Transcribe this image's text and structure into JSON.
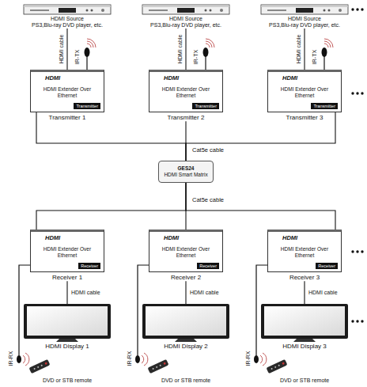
{
  "diagram": {
    "nodes": [
      {
        "text": [
          "HDMI Source",
          "PS3,Blu-ray DVD player, etc."
        ]
      },
      {
        "text": [
          "HDMI Source",
          "PS3,Blu-ray DVD player, etc."
        ]
      },
      {
        "text": [
          "HDMI Source",
          "PS3,Blu-ray DVD player, etc."
        ]
      },
      {
        "text": [
          "HDMI",
          "HDMI Extender Over Ethernet",
          "Transmitter",
          "Transmitter 1"
        ]
      },
      {
        "text": [
          "HDMI",
          "HDMI Extender Over Ethernet",
          "Transmitter",
          "Transmitter 2"
        ]
      },
      {
        "text": [
          "HDMI",
          "HDMI Extender Over Ethernet",
          "Transmitter",
          "Transmitter 3"
        ]
      },
      {
        "text": [
          "GES24",
          "HDMI Smart Matrix"
        ]
      },
      {
        "text": [
          "HDMI",
          "HDMI Extender Over Ethernet",
          "Receiver",
          "Receiver 1"
        ]
      },
      {
        "text": [
          "HDMI",
          "HDMI Extender Over Ethernet",
          "Receiver",
          "Receiver 2"
        ]
      },
      {
        "text": [
          "HDMI",
          "HDMI Extender Over Ethernet",
          "Receiver",
          "Receiver 3"
        ]
      },
      {
        "text": [
          "HDMI Display 1"
        ]
      },
      {
        "text": [
          "HDMI Display 2"
        ]
      },
      {
        "text": [
          "HDMI Display 3"
        ]
      }
    ],
    "edges": [
      {
        "from": 0,
        "to": 3,
        "label": "HDMI cable",
        "arrow": "none"
      },
      {
        "from": 1,
        "to": 4,
        "label": "HDMI cable",
        "arrow": "none"
      },
      {
        "from": 2,
        "to": 5,
        "label": "HDMI cable",
        "arrow": "none"
      },
      {
        "from": 3,
        "to": 6,
        "arrow": "none"
      },
      {
        "from": 4,
        "to": 6,
        "arrow": "none"
      },
      {
        "from": 5,
        "to": 6,
        "arrow": "none"
      },
      {
        "from": 6,
        "to": 7,
        "arrow": "none"
      },
      {
        "from": 6,
        "to": 8,
        "arrow": "none"
      },
      {
        "from": 6,
        "to": 9,
        "arrow": "none"
      },
      {
        "from": 7,
        "to": 10,
        "label": "HDMI cable",
        "arrow": "none"
      },
      {
        "from": 8,
        "to": 11,
        "label": "HDMI cable",
        "arrow": "none"
      },
      {
        "from": 9,
        "to": 12,
        "label": "HDMI cable",
        "arrow": "none"
      }
    ],
    "labels": [
      "IR-TX",
      "IR-TX",
      "IR-TX",
      "Cat5e cable",
      "Cat5e cable",
      "IR-RX",
      "IR-RX",
      "IR-RX",
      "DVD or STB remote",
      "DVD or STB remote",
      "DVD or STB remote"
    ]
  }
}
